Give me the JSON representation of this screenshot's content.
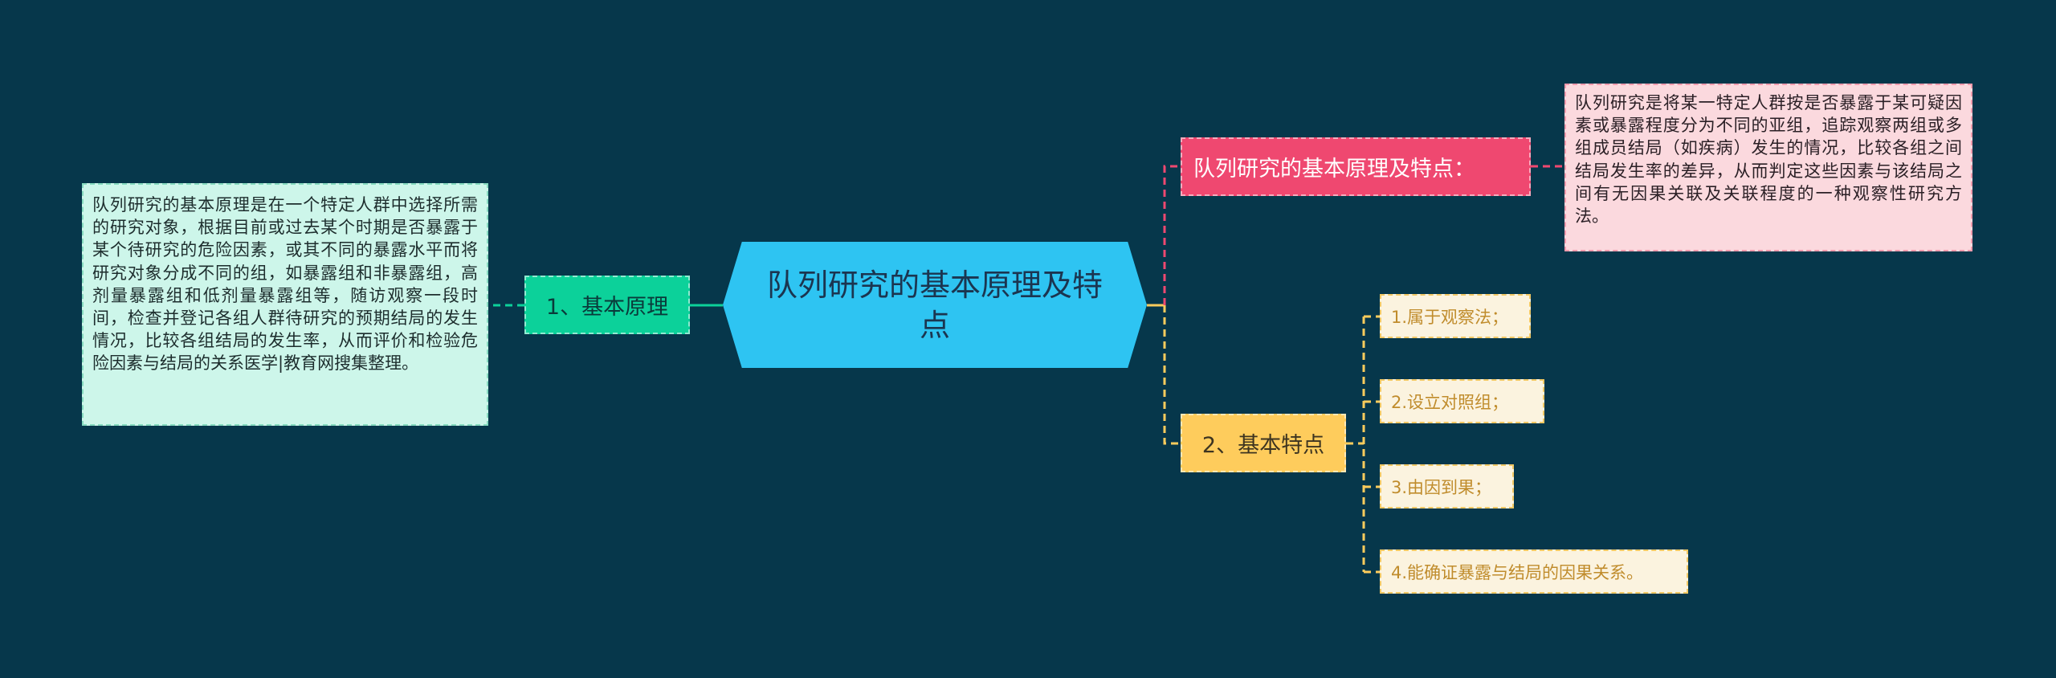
{
  "root": {
    "title": "队列研究的基本原理及特点"
  },
  "branches": [
    {
      "label": "1、基本原理",
      "description": "队列研究的基本原理是在一个特定人群中选择所需的研究对象，根据目前或过去某个时期是否暴露于某个待研究的危险因素，或其不同的暴露水平而将研究对象分成不同的组，如暴露组和非暴露组，高剂量暴露组和低剂量暴露组等，随访观察一段时间，检查并登记各组人群待研究的预期结局的发生情况，比较各组结局的发生率，从而评价和检验危险因素与结局的关系医学|教育网搜集整理。"
    },
    {
      "label": "队列研究的基本原理及特点：",
      "description": "队列研究是将某一特定人群按是否暴露于某可疑因素或暴露程度分为不同的亚组，追踪观察两组或多组成员结局（如疾病）发生的情况，比较各组之间结局发生率的差异，从而判定这些因素与该结局之间有无因果关联及关联程度的一种观察性研究方法。"
    },
    {
      "label": "2、基本特点",
      "items": [
        "1.属于观察法；",
        "2.设立对照组；",
        "3.由因到果；",
        "4.能确证暴露与结局的因果关系。"
      ]
    }
  ],
  "colors": {
    "background": "#06374b",
    "root": "#2ec4f2",
    "branch_green": "#0cd19a",
    "branch_red": "#ef4870",
    "branch_yellow": "#fecc5c",
    "leaf_yellow_bg": "#fbf3df",
    "desc_green_bg": "#cdf6ea",
    "desc_red_bg": "#fbd9de"
  }
}
